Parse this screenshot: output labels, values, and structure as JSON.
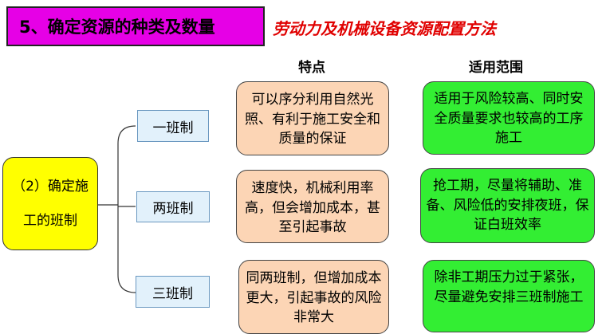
{
  "header": {
    "title": "5、确定资源的种类及数量",
    "subtitle": "劳动力及机械设备资源配置方法"
  },
  "columns": {
    "features": "特点",
    "scope": "适用范围"
  },
  "root": {
    "line1": "（2）确定施",
    "line2": "工的班制"
  },
  "shifts": [
    {
      "label": "一班制",
      "feature": "可以序分利用自然光照、有利于施工安全和质量的保证",
      "scope": "适用于风险较高、同时安全质量要求也较高的工序施工"
    },
    {
      "label": "两班制",
      "feature": "速度快，机械利用率高，但会增加成本，甚至引起事故",
      "scope": "抢工期，尽量将辅助、准备、风险低的安排夜班，保证白班效率"
    },
    {
      "label": "三班制",
      "feature": "同两班制，但增加成本更大，引起事故的风险非常大",
      "scope": "除非工期压力过于紧张，尽量避免安排三班制施工"
    }
  ]
}
